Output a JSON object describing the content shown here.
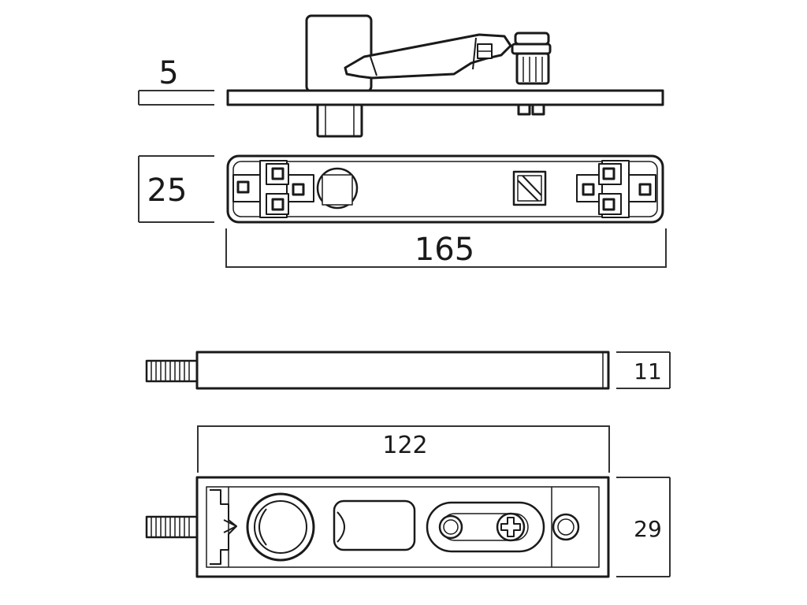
{
  "dimensions": {
    "top_plate_thickness": "5",
    "top_plate_width": "25",
    "top_plate_length": "165",
    "bottom_height": "11",
    "bottom_length": "122",
    "bottom_width": "29"
  },
  "colors": {
    "line": "#1a1a1a",
    "fill": "#ffffff",
    "dim_line": "#333333"
  }
}
